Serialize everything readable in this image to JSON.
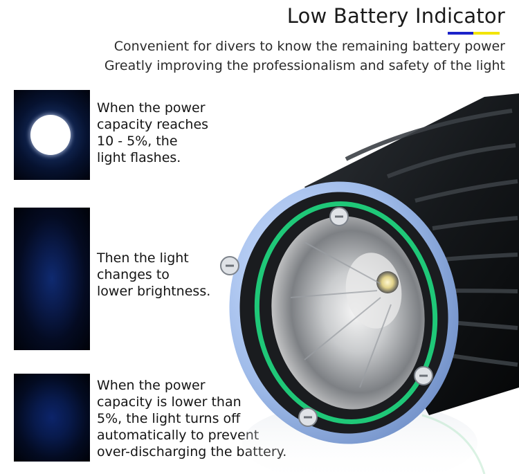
{
  "header": {
    "title": "Low Battery Indicator",
    "accent_colors": [
      "#1c22c9",
      "#f2e400"
    ],
    "subtitle_lines": [
      "Convenient for divers to know the remaining battery power",
      "Greatly improving the professionalism and safety of the light"
    ]
  },
  "steps": [
    {
      "text": "When the power\ncapacity reaches\n10 - 5%, the\nlight flashes.",
      "image": "light-flashing-white-dot"
    },
    {
      "text": "Then the light\nchanges to\nlower brightness.",
      "image": "dim-blue-glow"
    },
    {
      "text": "When the power\ncapacity is lower than\n5%, the light turns off\nautomatically to prevent\nover-discharging the battery.",
      "image": "dark-blue-glow"
    }
  ],
  "product": {
    "image": "dive-flashlight-head",
    "ring_color": "#1fc878",
    "bezel_color": "#8fb0e6"
  }
}
